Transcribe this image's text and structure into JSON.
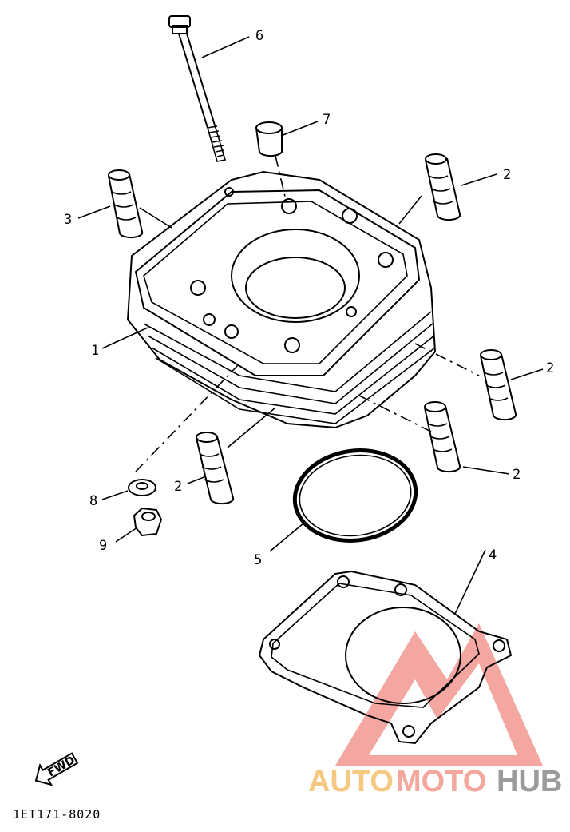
{
  "callouts": {
    "c1": "1",
    "c2a": "2",
    "c2b": "2",
    "c2c": "2",
    "c2d": "2",
    "c3": "3",
    "c4": "4",
    "c5": "5",
    "c6": "6",
    "c7": "7",
    "c8": "8",
    "c9": "9"
  },
  "fwd_label": "FWD",
  "drawing_code": "1ET171-8020",
  "watermark": {
    "part1": "AUTO",
    "part2": "MOTO",
    "part3": "HUB",
    "colors": {
      "auto": "#f6c983",
      "moto": "#f3a79d",
      "hub": "#9b9b9b",
      "logo": "#f08a80"
    }
  }
}
